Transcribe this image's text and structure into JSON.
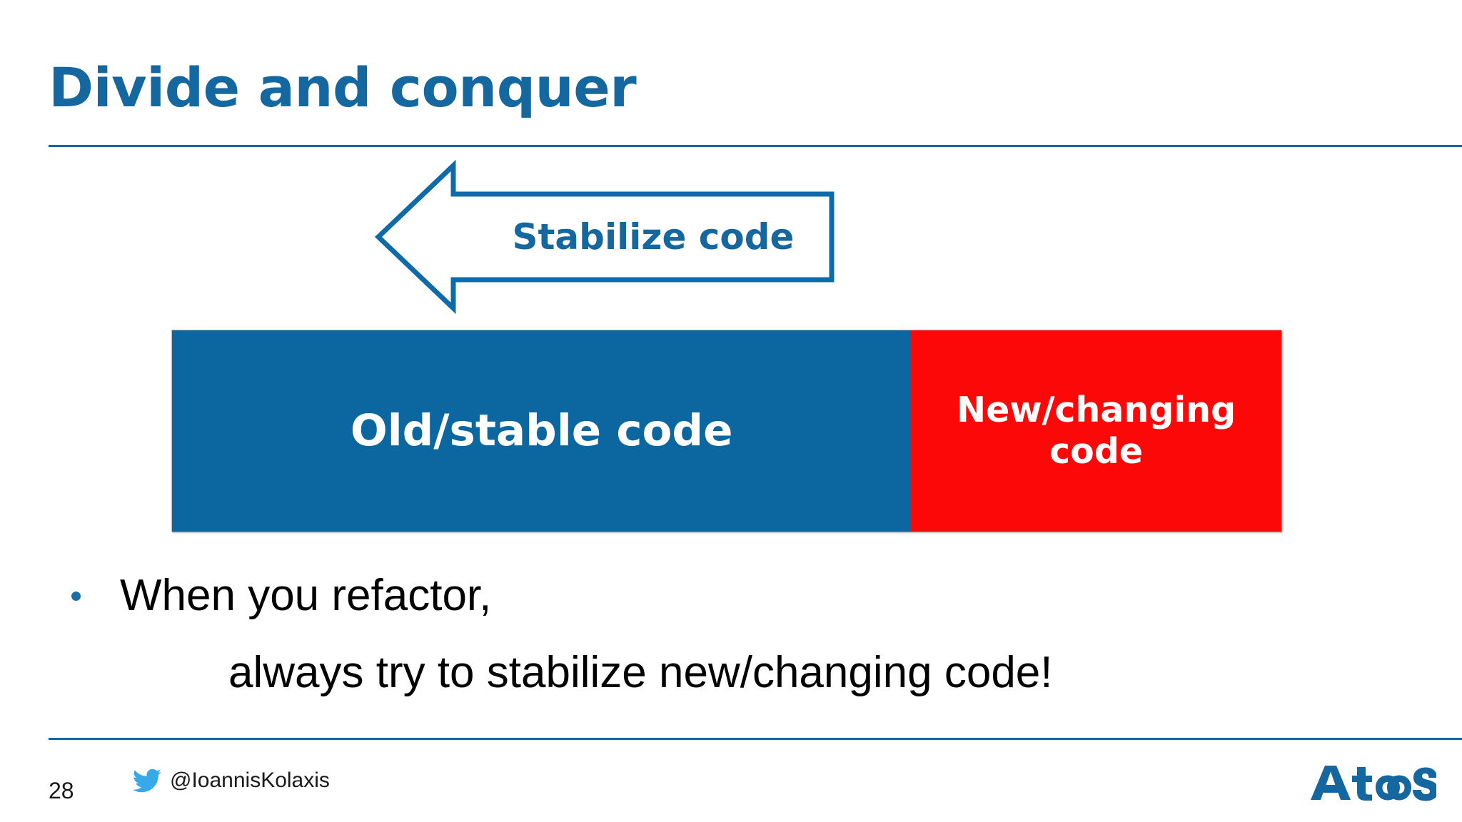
{
  "slide": {
    "title": "Divide and conquer",
    "page_number": "28",
    "accent_blue": "#15679f",
    "bar_blue": "#0c67a0",
    "bar_red": "#fc0808",
    "background": "#ffffff"
  },
  "arrow": {
    "label": "Stabilize code",
    "direction": "left",
    "stroke_color": "#0f6ba8",
    "fill": "none",
    "icon": "left-arrow-outline"
  },
  "split_bar": {
    "segments": [
      {
        "label": "Old/stable code",
        "color": "#0c67a0",
        "text_color": "#ffffff",
        "width_ratio": 0.666
      },
      {
        "label": "New/changing code",
        "color": "#fc0808",
        "text_color": "#ffffff",
        "width_ratio": 0.334
      }
    ]
  },
  "body": {
    "bullet_marker": "•",
    "bullet_color": "#1c6da6",
    "line1": "When you refactor,",
    "line2": "always try to stabilize new/changing code!"
  },
  "footer": {
    "twitter_handle": "@IoannisKolaxis",
    "twitter_icon": "twitter-bird-icon",
    "twitter_icon_color": "#37a8e8",
    "brand_logo": "atos-logo",
    "brand_name": "Atos",
    "brand_color": "#15679f"
  }
}
